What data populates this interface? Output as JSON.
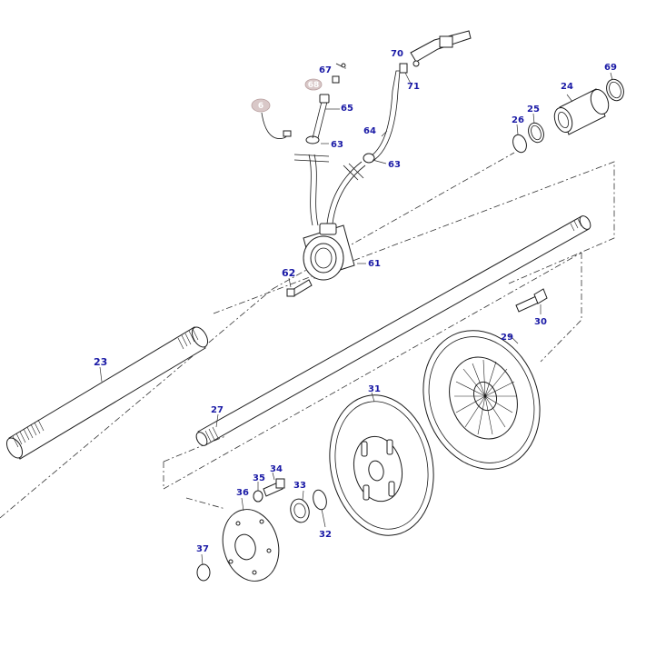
{
  "diagram": {
    "callouts": {
      "c23": "23",
      "c24": "24",
      "c25": "25",
      "c26": "26",
      "c27": "27",
      "c29": "29",
      "c30": "30",
      "c31": "31",
      "c32": "32",
      "c33": "33",
      "c34": "34",
      "c35": "35",
      "c36": "36",
      "c37": "37",
      "c61": "61",
      "c62": "62",
      "c63a": "63",
      "c63b": "63",
      "c64": "64",
      "c65": "65",
      "c67": "67",
      "c69": "69",
      "c70": "70",
      "c71": "71"
    },
    "badges": {
      "b66": "6",
      "b68": "68"
    }
  }
}
